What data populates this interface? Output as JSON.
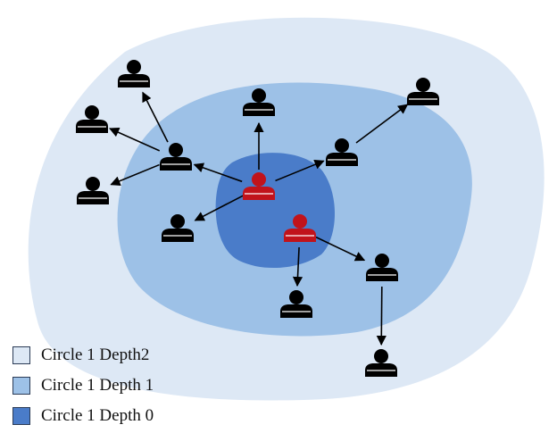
{
  "legend": {
    "items": [
      {
        "label": "Circle 1 Depth2",
        "color": "#dde8f5"
      },
      {
        "label": "Circle 1 Depth 1",
        "color": "#9dc1e7"
      },
      {
        "label": "Circle 1 Depth 0",
        "color": "#4a7cc9"
      }
    ]
  },
  "colors": {
    "depth2_region": "#dde8f5",
    "depth1_region": "#9dc1e7",
    "depth0_region": "#4a7cc9",
    "seed_person": "#c1131b",
    "other_person": "#000000",
    "arrow": "#000000"
  },
  "nodes": [
    {
      "id": "seed-a",
      "group": "seed"
    },
    {
      "id": "seed-b",
      "group": "seed"
    },
    {
      "id": "d1-left-hub",
      "group": "other"
    },
    {
      "id": "d1-top",
      "group": "other"
    },
    {
      "id": "d1-right-hub",
      "group": "other"
    },
    {
      "id": "d1-lower-left",
      "group": "other"
    },
    {
      "id": "d1-lower-mid",
      "group": "other"
    },
    {
      "id": "d1-lower-right",
      "group": "other"
    },
    {
      "id": "d2-top-left",
      "group": "other"
    },
    {
      "id": "d2-left-upper",
      "group": "other"
    },
    {
      "id": "d2-left-lower",
      "group": "other"
    },
    {
      "id": "d2-top-right",
      "group": "other"
    },
    {
      "id": "d2-bottom-right",
      "group": "other"
    }
  ],
  "edges": [
    {
      "from": "seed-a",
      "to": "d1-left-hub"
    },
    {
      "from": "seed-a",
      "to": "d1-top"
    },
    {
      "from": "seed-a",
      "to": "d1-right-hub"
    },
    {
      "from": "seed-a",
      "to": "d1-lower-left"
    },
    {
      "from": "d1-left-hub",
      "to": "d2-top-left"
    },
    {
      "from": "d1-left-hub",
      "to": "d2-left-upper"
    },
    {
      "from": "d1-left-hub",
      "to": "d2-left-lower"
    },
    {
      "from": "d1-right-hub",
      "to": "d2-top-right"
    },
    {
      "from": "seed-b",
      "to": "d1-lower-mid"
    },
    {
      "from": "seed-b",
      "to": "d1-lower-right"
    },
    {
      "from": "d1-lower-right",
      "to": "d2-bottom-right"
    }
  ]
}
